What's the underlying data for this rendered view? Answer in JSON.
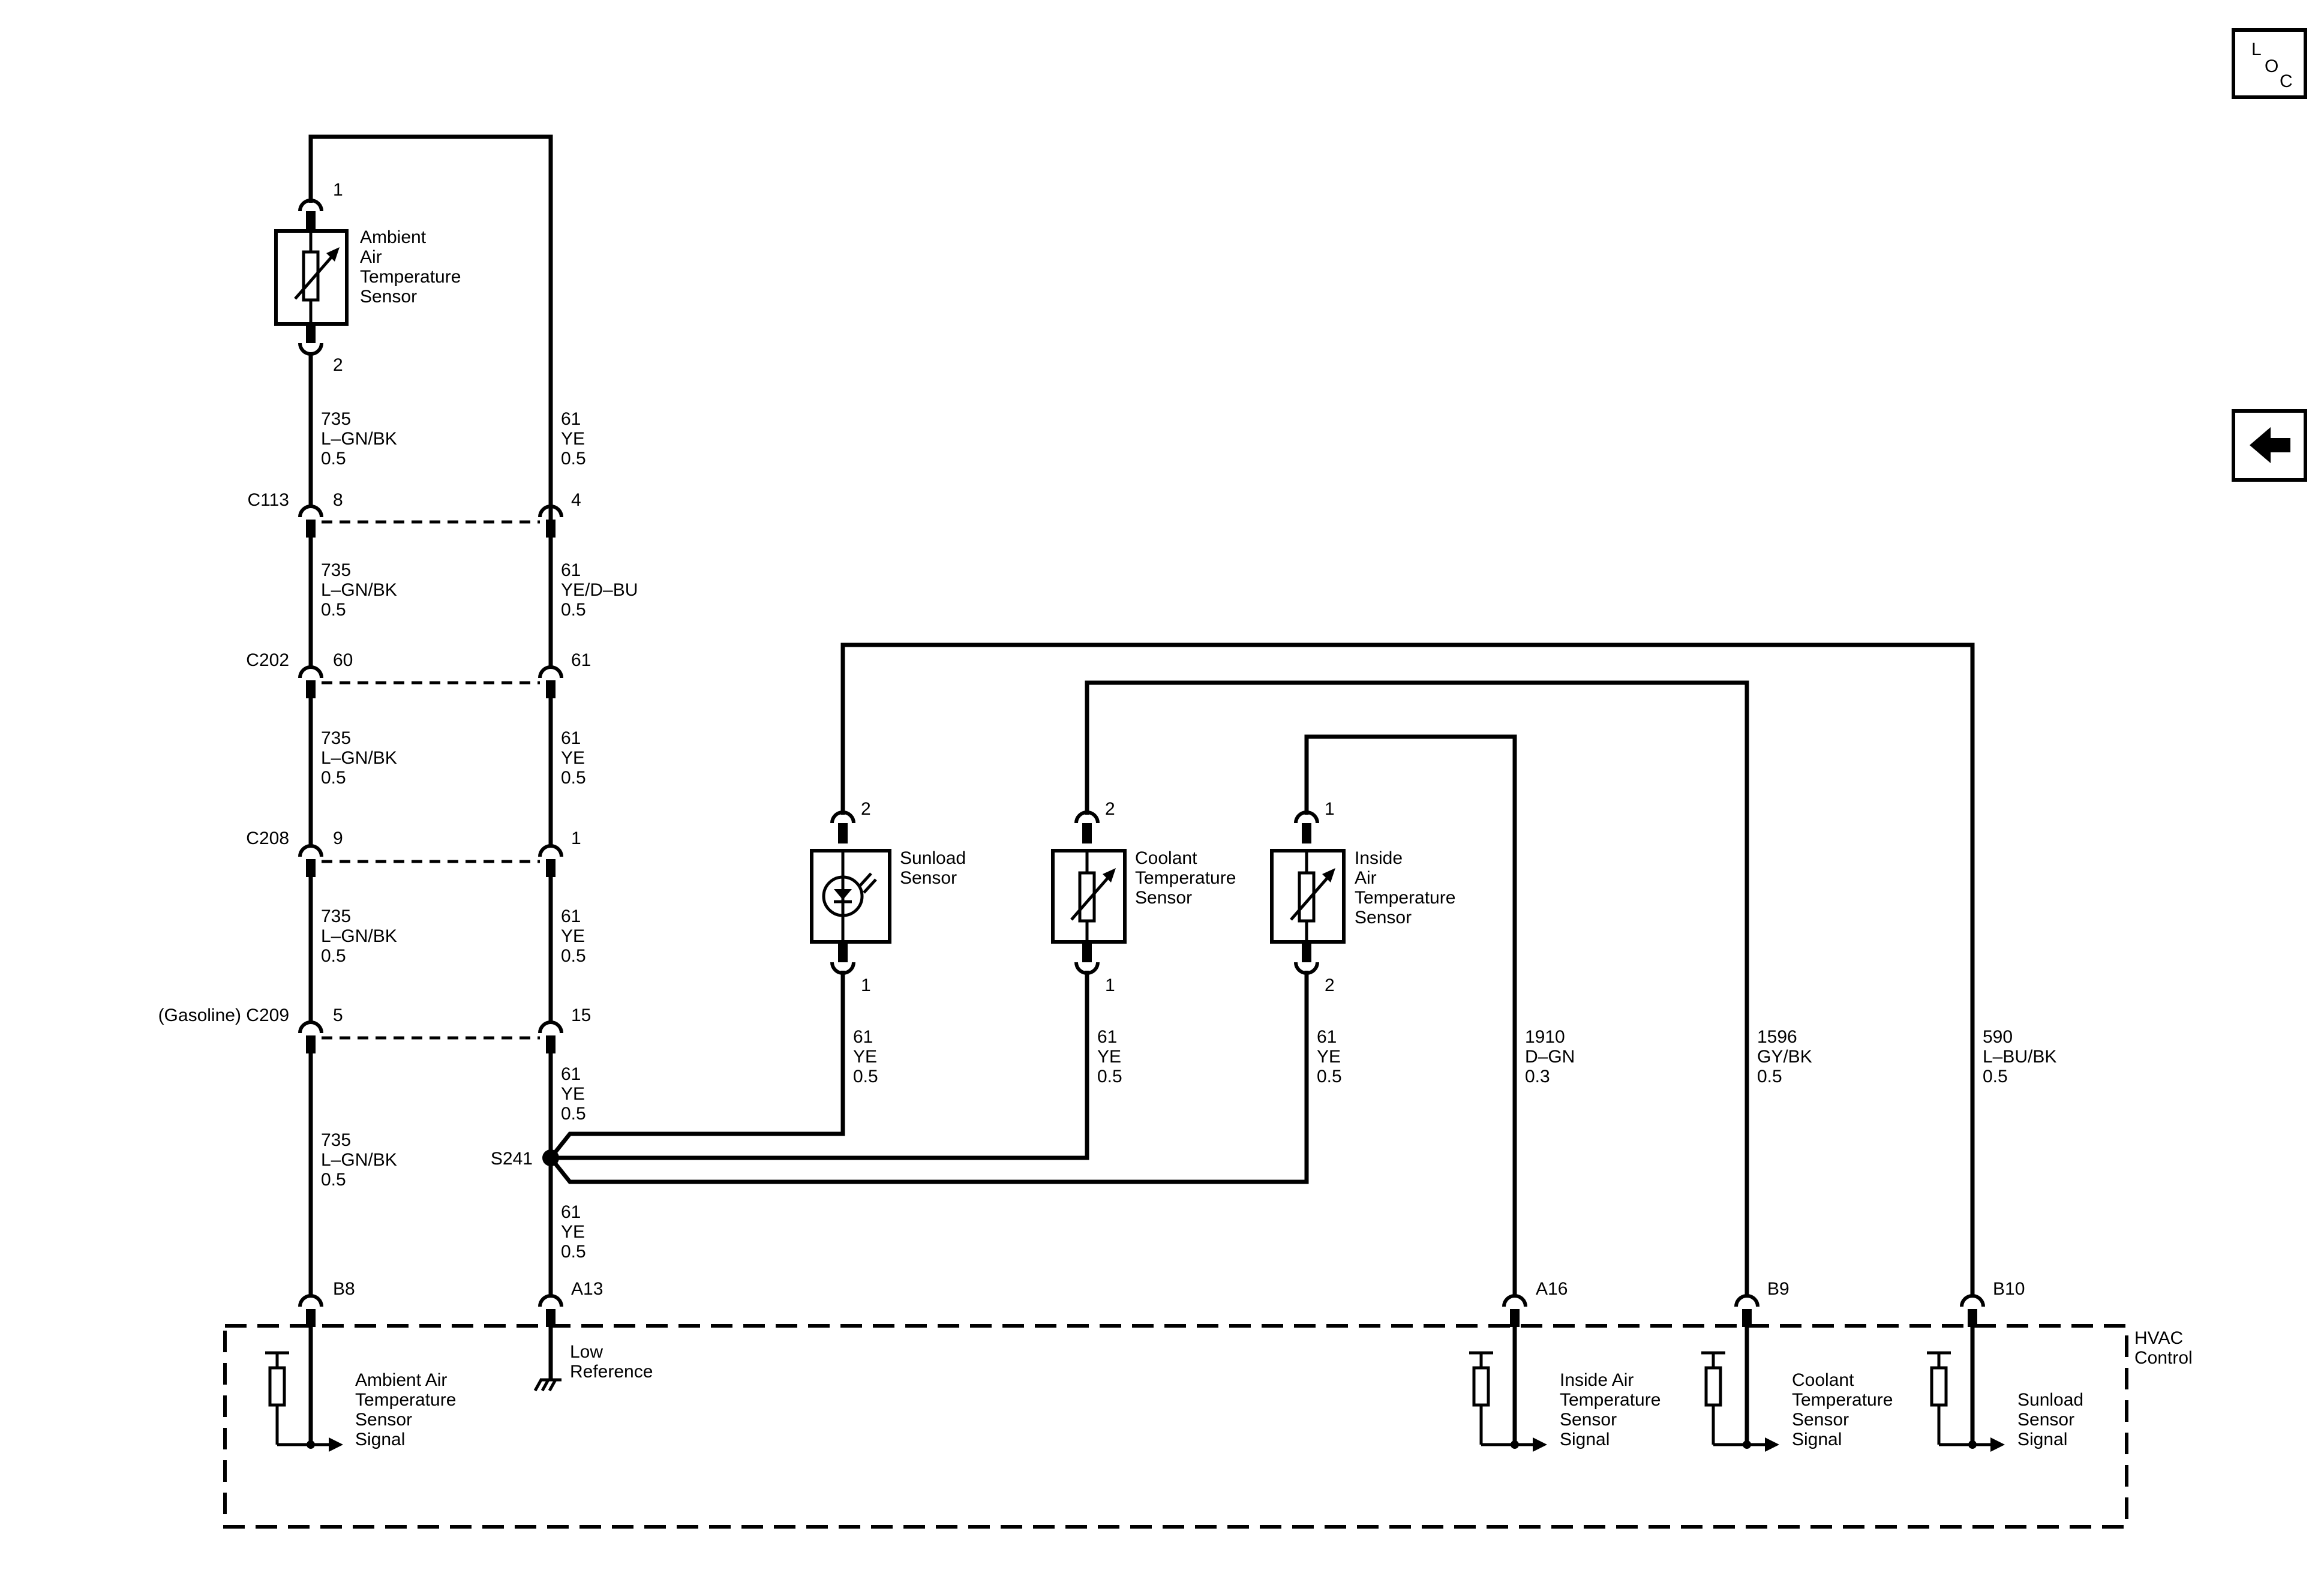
{
  "nav": {
    "loc_letters": [
      "L",
      "O",
      "C"
    ],
    "back_icon": "left-arrow-icon"
  },
  "sensors": {
    "ambient": {
      "name": [
        "Ambient",
        "Air",
        "Temperature",
        "Sensor"
      ],
      "pin_top": "1",
      "pin_bottom": "2"
    },
    "sunload": {
      "name": [
        "Sunload",
        "Sensor"
      ],
      "pin_top": "2",
      "pin_bottom": "1"
    },
    "coolant": {
      "name": [
        "Coolant",
        "Temperature",
        "Sensor"
      ],
      "pin_top": "2",
      "pin_bottom": "1"
    },
    "inside": {
      "name": [
        "Inside",
        "Air",
        "Temperature",
        "Sensor"
      ],
      "pin_top": "1",
      "pin_bottom": "2"
    }
  },
  "connectors": {
    "c113": {
      "name": "C113",
      "left_pin": "8",
      "right_pin": "4"
    },
    "c202": {
      "name": "C202",
      "left_pin": "60",
      "right_pin": "61"
    },
    "c208": {
      "name": "C208",
      "left_pin": "9",
      "right_pin": "1"
    },
    "c209": {
      "name": "(Gasoline) C209",
      "left_pin": "5",
      "right_pin": "15"
    }
  },
  "wires": {
    "amb_1": [
      "735",
      "L–GN/BK",
      "0.5"
    ],
    "amb_2": [
      "735",
      "L–GN/BK",
      "0.5"
    ],
    "amb_3": [
      "735",
      "L–GN/BK",
      "0.5"
    ],
    "amb_4": [
      "735",
      "L–GN/BK",
      "0.5"
    ],
    "amb_5": [
      "735",
      "L–GN/BK",
      "0.5"
    ],
    "ref_1": [
      "61",
      "YE",
      "0.5"
    ],
    "ref_2": [
      "61",
      "YE/D–BU",
      "0.5"
    ],
    "ref_3": [
      "61",
      "YE",
      "0.5"
    ],
    "ref_4": [
      "61",
      "YE",
      "0.5"
    ],
    "ref_5": [
      "61",
      "YE",
      "0.5"
    ],
    "ref_6": [
      "61",
      "YE",
      "0.5"
    ],
    "sun_ref": [
      "61",
      "YE",
      "0.5"
    ],
    "cool_ref": [
      "61",
      "YE",
      "0.5"
    ],
    "ins_ref": [
      "61",
      "YE",
      "0.5"
    ],
    "ins_sig": [
      "1910",
      "D–GN",
      "0.3"
    ],
    "cool_sig": [
      "1596",
      "GY/BK",
      "0.5"
    ],
    "sun_sig": [
      "590",
      "L–BU/BK",
      "0.5"
    ]
  },
  "splice": {
    "name": "S241"
  },
  "hvac": {
    "name": [
      "HVAC",
      "Control"
    ],
    "pins": {
      "b8": "B8",
      "a13": "A13",
      "a16": "A16",
      "b9": "B9",
      "b10": "B10"
    },
    "ambient_signal": [
      "Ambient Air",
      "Temperature",
      "Sensor",
      "Signal"
    ],
    "low_reference": [
      "Low",
      "Reference"
    ],
    "inside_signal": [
      "Inside Air",
      "Temperature",
      "Sensor",
      "Signal"
    ],
    "coolant_signal": [
      "Coolant",
      "Temperature",
      "Sensor",
      "Signal"
    ],
    "sunload_signal": [
      "Sunload",
      "Sensor",
      "Signal"
    ]
  }
}
